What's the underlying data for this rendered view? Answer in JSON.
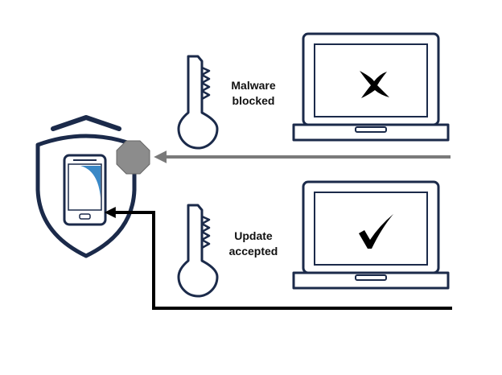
{
  "labels": {
    "malware_line1": "Malware",
    "malware_line2": "blocked",
    "update_line1": "Update",
    "update_line2": "accepted"
  },
  "icons": {
    "shield": "shield-icon",
    "phone": "smartphone-icon",
    "stop": "stop-octagon-icon",
    "key_top": "key-icon",
    "key_bottom": "key-icon",
    "laptop_top": "laptop-icon",
    "laptop_bottom": "laptop-icon",
    "cross": "cross-mark-icon",
    "check": "check-mark-icon"
  },
  "colors": {
    "navy": "#1b2a4a",
    "blocked_arrow": "#7a7a7a",
    "stop_sign": "#8c8c8c",
    "accepted_arrow": "#000000",
    "phone_accent": "#3a88c6"
  }
}
